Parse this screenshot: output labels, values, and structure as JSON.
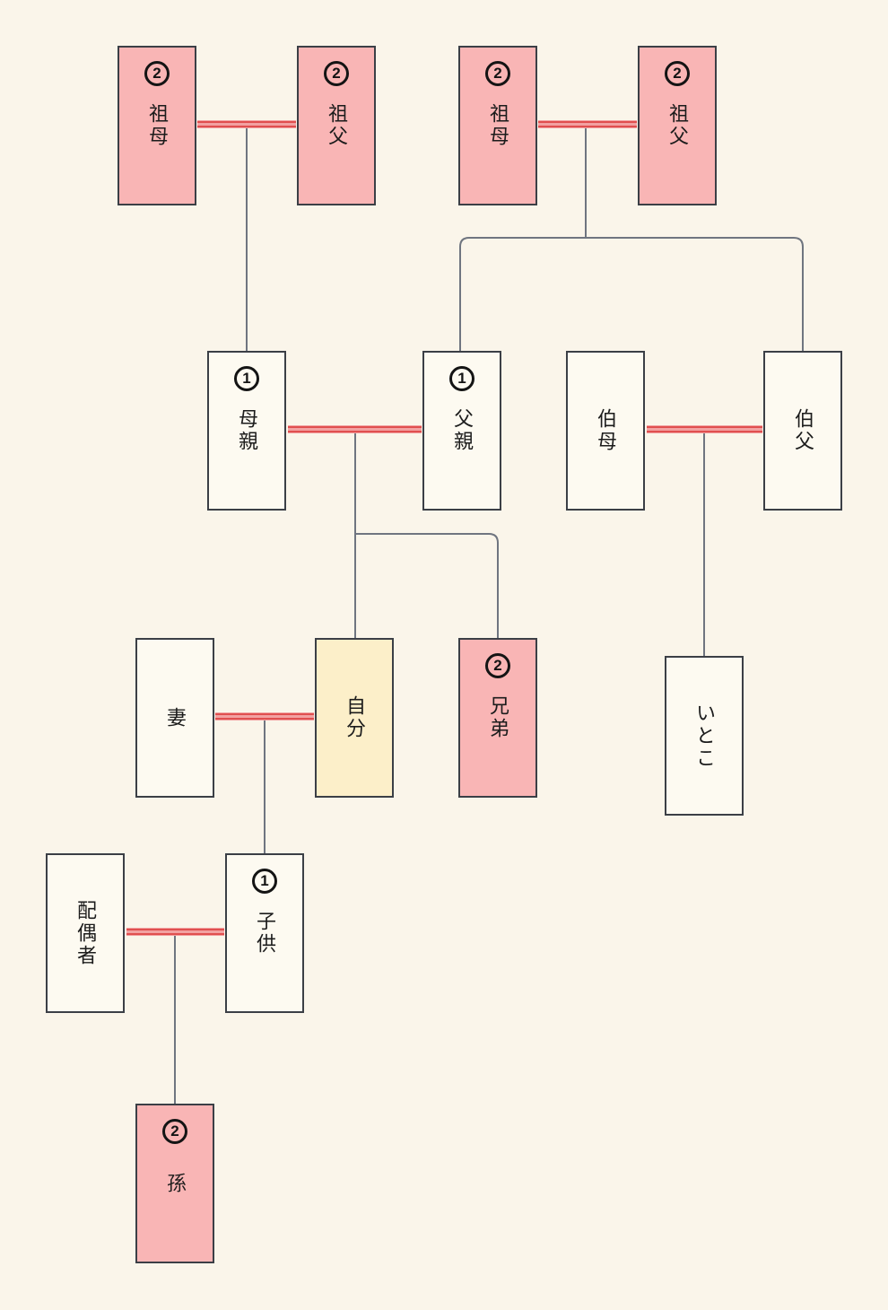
{
  "diagram_type": "family-tree",
  "colors": {
    "background": "#faf5ea",
    "node_plain": "#fdfaf1",
    "node_pink": "#f9b5b5",
    "node_yellow": "#fcefc9",
    "node_border": "#3b3f46",
    "connector_gray": "#6f7580",
    "marriage_line_dark": "#e04f4f",
    "marriage_line_light": "#f2a1a1",
    "badge_ink": "#141414"
  },
  "nodes": [
    {
      "id": "grandmother-maternal",
      "label": "祖母",
      "badge": "2",
      "variant": "pink"
    },
    {
      "id": "grandfather-maternal",
      "label": "祖父",
      "badge": "2",
      "variant": "pink"
    },
    {
      "id": "grandmother-paternal",
      "label": "祖母",
      "badge": "2",
      "variant": "pink"
    },
    {
      "id": "grandfather-paternal",
      "label": "祖父",
      "badge": "2",
      "variant": "pink"
    },
    {
      "id": "mother",
      "label": "母親",
      "badge": "1",
      "variant": "plain"
    },
    {
      "id": "father",
      "label": "父親",
      "badge": "1",
      "variant": "plain"
    },
    {
      "id": "aunt",
      "label": "伯母",
      "variant": "plain"
    },
    {
      "id": "uncle",
      "label": "伯父",
      "variant": "plain"
    },
    {
      "id": "wife",
      "label": "妻",
      "variant": "plain"
    },
    {
      "id": "self",
      "label": "自分",
      "variant": "yellow"
    },
    {
      "id": "sibling",
      "label": "兄弟",
      "badge": "2",
      "variant": "pink"
    },
    {
      "id": "cousin",
      "label": "いとこ",
      "variant": "plain"
    },
    {
      "id": "spouse",
      "label": "配偶者",
      "variant": "plain"
    },
    {
      "id": "child",
      "label": "子供",
      "badge": "1",
      "variant": "plain"
    },
    {
      "id": "grandchild",
      "label": "孫",
      "badge": "2",
      "variant": "pink"
    }
  ],
  "relationships": {
    "marriages": [
      "grandmother-maternal + grandfather-maternal",
      "grandmother-paternal + grandfather-paternal",
      "mother + father",
      "aunt + uncle",
      "wife + self",
      "spouse + child"
    ],
    "descents": [
      "maternal grandparents -> mother",
      "paternal grandparents -> father, uncle",
      "mother + father -> self, sibling",
      "aunt + uncle -> cousin",
      "wife + self -> child",
      "spouse + child -> grandchild"
    ]
  }
}
